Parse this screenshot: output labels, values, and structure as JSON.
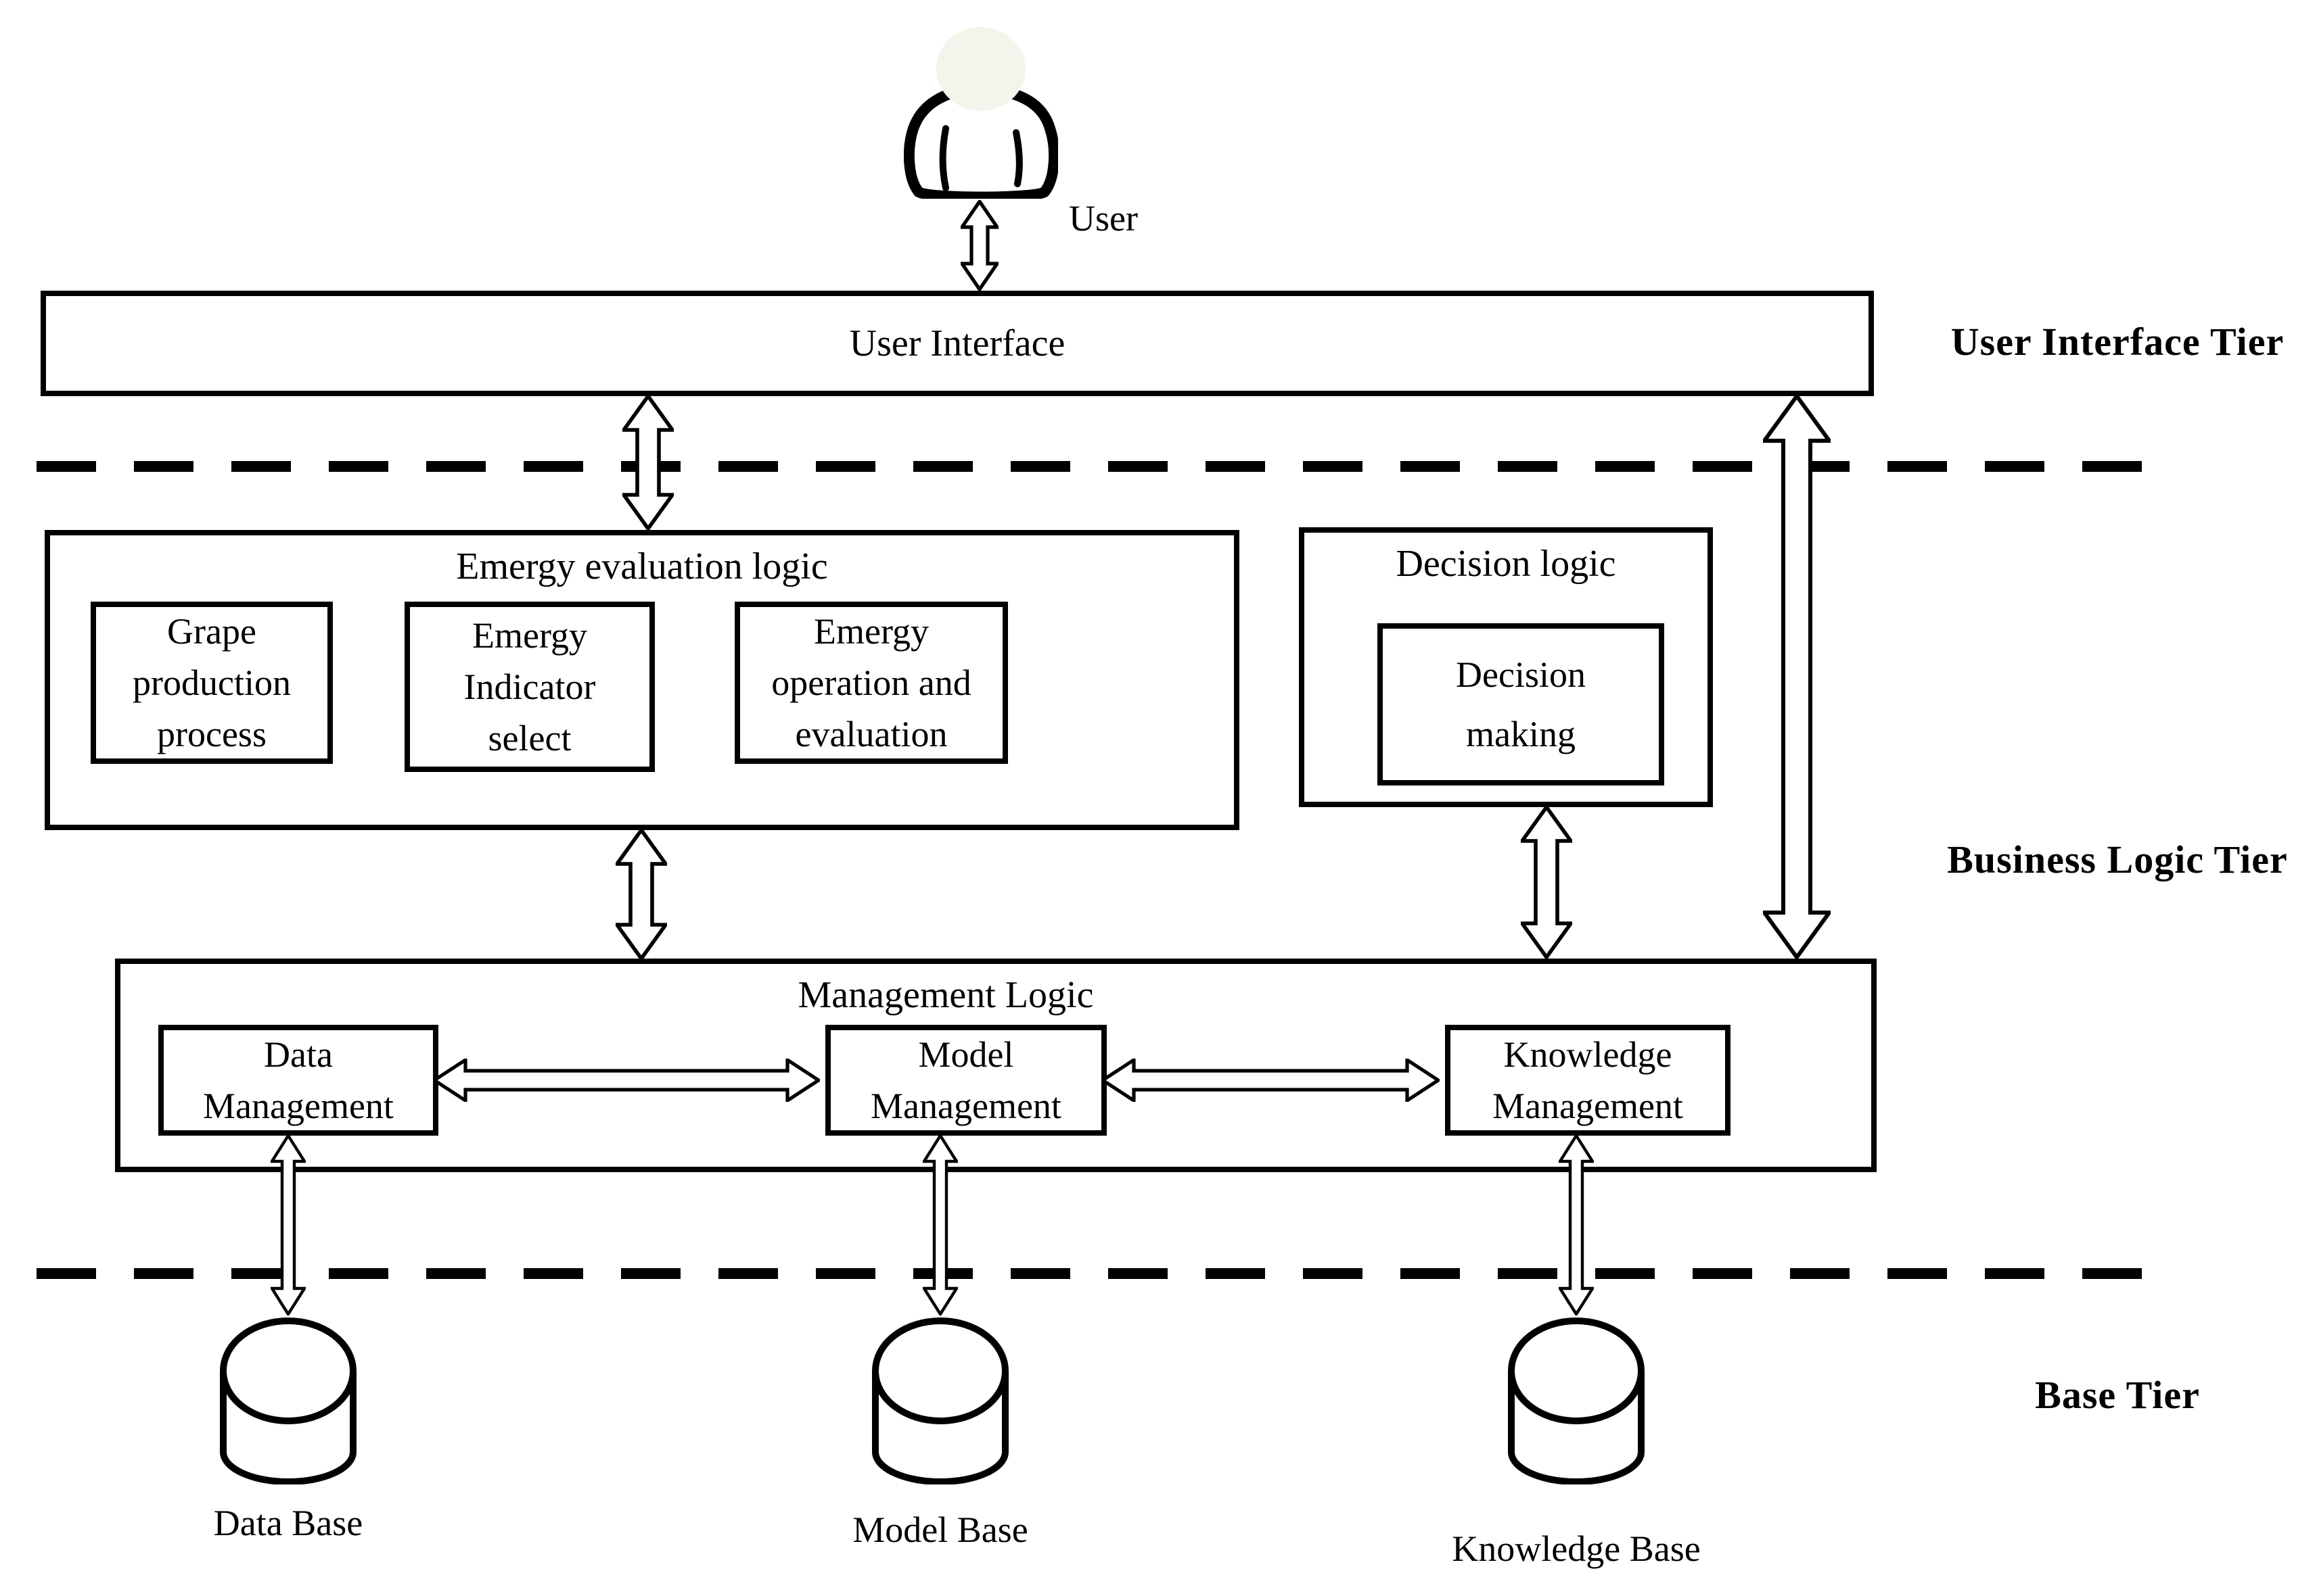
{
  "user": {
    "label": "User"
  },
  "user_interface": {
    "label": "User Interface"
  },
  "tier_labels": {
    "user_interface": "User Interface Tier",
    "business_logic": "Business Logic Tier",
    "base": "Base Tier"
  },
  "emergy_evaluation": {
    "title": "Emergy evaluation logic",
    "grape_production": {
      "line1": "Grape",
      "line2": "production",
      "line3": "process"
    },
    "emergy_indicator": {
      "line1": "Emergy",
      "line2": "Indicator",
      "line3": "select"
    },
    "emergy_operation": {
      "line1": "Emergy",
      "line2": "operation and",
      "line3": "evaluation"
    }
  },
  "decision_logic": {
    "title": "Decision logic",
    "decision_making": {
      "line1": "Decision",
      "line2": "making"
    }
  },
  "management_logic": {
    "title": "Management Logic",
    "data_management": {
      "line1": "Data",
      "line2": "Management"
    },
    "model_management": {
      "line1": "Model",
      "line2": "Management"
    },
    "knowledge_management": {
      "line1": "Knowledge",
      "line2": "Management"
    }
  },
  "bases": {
    "data": "Data Base",
    "model": "Model Base",
    "knowledge": "Knowledge Base"
  },
  "colors": {
    "stroke": "#000000",
    "background": "#ffffff",
    "icon_fill": "#f4f4ec"
  }
}
